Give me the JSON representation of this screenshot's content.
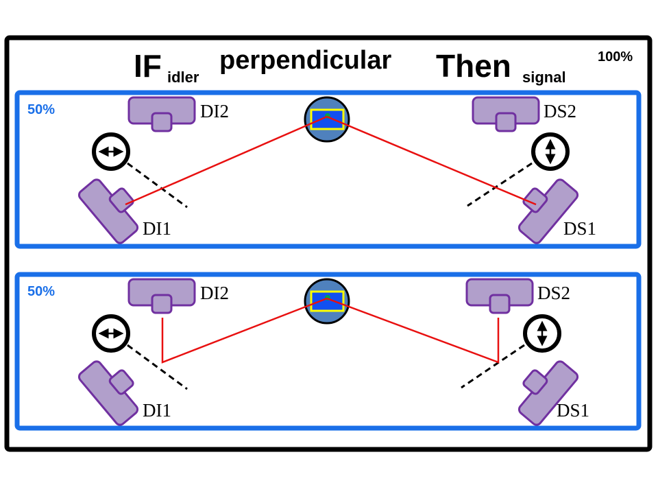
{
  "title": {
    "if_word": "IF",
    "if_subscript": "idler",
    "middle_word": "perpendicular",
    "then_word": "Then",
    "then_subscript": "signal"
  },
  "overall_percentage": "100%",
  "colors": {
    "outer_frame": "#000000",
    "panel_border": "#1a6fe8",
    "percent_text": "#1a6fe8",
    "detector_fill": "#b19fcb",
    "detector_stroke": "#7030a0",
    "beam": "#e81010",
    "crystal_circle": "#4f81bd",
    "crystal_rect": "#1250f0",
    "crystal_rect_border": "#ffff00",
    "crystal_dot": "#00a050",
    "polarizer": "#000000",
    "beam_splitter": "#000000"
  },
  "panels": [
    {
      "percentage": "50%",
      "path": "idler-to-DI1, signal-to-DS1",
      "detectors": {
        "di2": "DI2",
        "di1": "DI1",
        "ds2": "DS2",
        "ds1": "DS1"
      },
      "idler_polarizer": "horizontal-arrow-icon",
      "signal_polarizer": "vertical-arrow-icon"
    },
    {
      "percentage": "50%",
      "path": "idler-to-DI2, signal-to-DS2",
      "detectors": {
        "di2": "DI2",
        "di1": "DI1",
        "ds2": "DS2",
        "ds1": "DS1"
      },
      "idler_polarizer": "horizontal-arrow-icon",
      "signal_polarizer": "vertical-arrow-icon"
    }
  ]
}
